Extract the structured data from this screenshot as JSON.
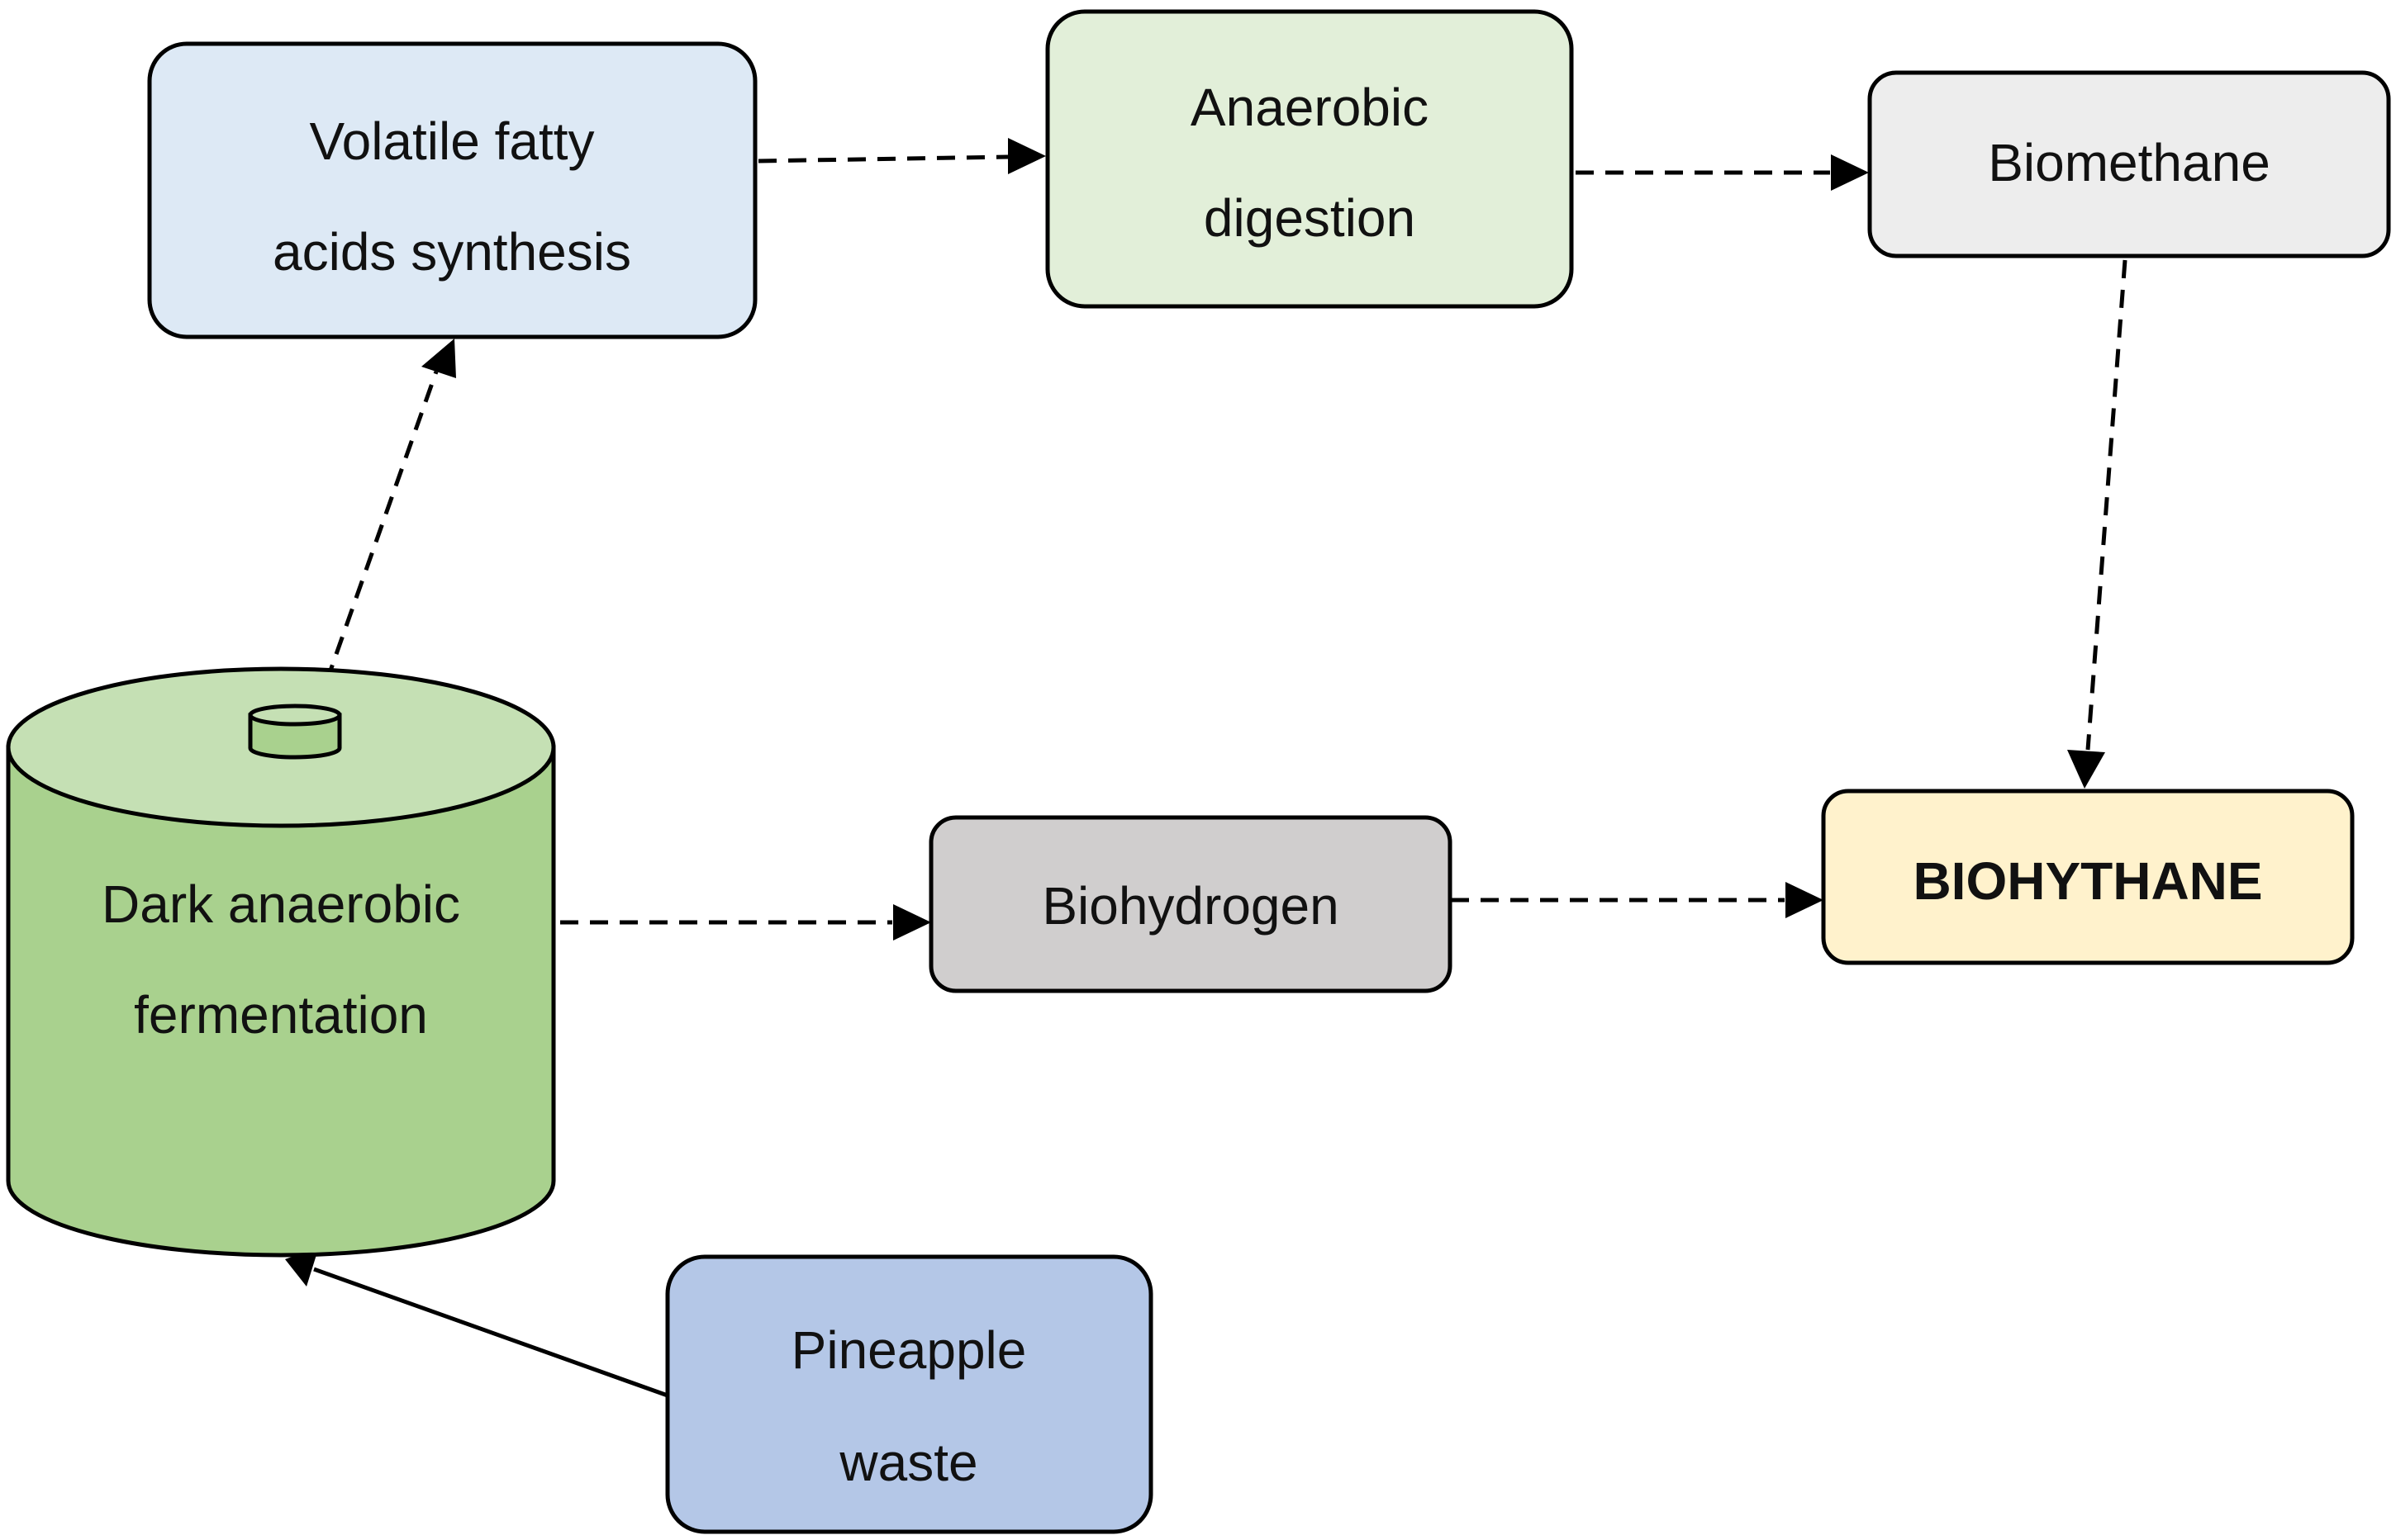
{
  "nodes": {
    "vfa": {
      "label_line1": "Volatile fatty",
      "label_line2": "acids synthesis",
      "fill": "#dde9f5"
    },
    "anaerobic_digestion": {
      "label_line1": "Anaerobic",
      "label_line2": "digestion",
      "fill": "#e2efd9"
    },
    "biomethane": {
      "label": "Biomethane",
      "fill": "#ededed"
    },
    "dark_fermentation": {
      "label_line1": "Dark anaerobic",
      "label_line2": "fermentation",
      "fill": "#a9d18e",
      "top_fill": "#c5e0b4"
    },
    "biohydrogen": {
      "label": "Biohydrogen",
      "fill": "#d0cece"
    },
    "biohythane": {
      "label": "BIOHYTHANE",
      "fill": "#fff2cc"
    },
    "pineapple_waste": {
      "label_line1": "Pineapple",
      "label_line2": "waste",
      "fill": "#b4c7e7"
    }
  },
  "edges": [
    {
      "from": "pineapple_waste",
      "to": "dark_fermentation",
      "style": "solid"
    },
    {
      "from": "dark_fermentation",
      "to": "vfa",
      "style": "dashed"
    },
    {
      "from": "vfa",
      "to": "anaerobic_digestion",
      "style": "dashed"
    },
    {
      "from": "anaerobic_digestion",
      "to": "biomethane",
      "style": "dashed"
    },
    {
      "from": "biomethane",
      "to": "biohythane",
      "style": "dashed"
    },
    {
      "from": "dark_fermentation",
      "to": "biohydrogen",
      "style": "dashed"
    },
    {
      "from": "biohydrogen",
      "to": "biohythane",
      "style": "dashed"
    }
  ]
}
